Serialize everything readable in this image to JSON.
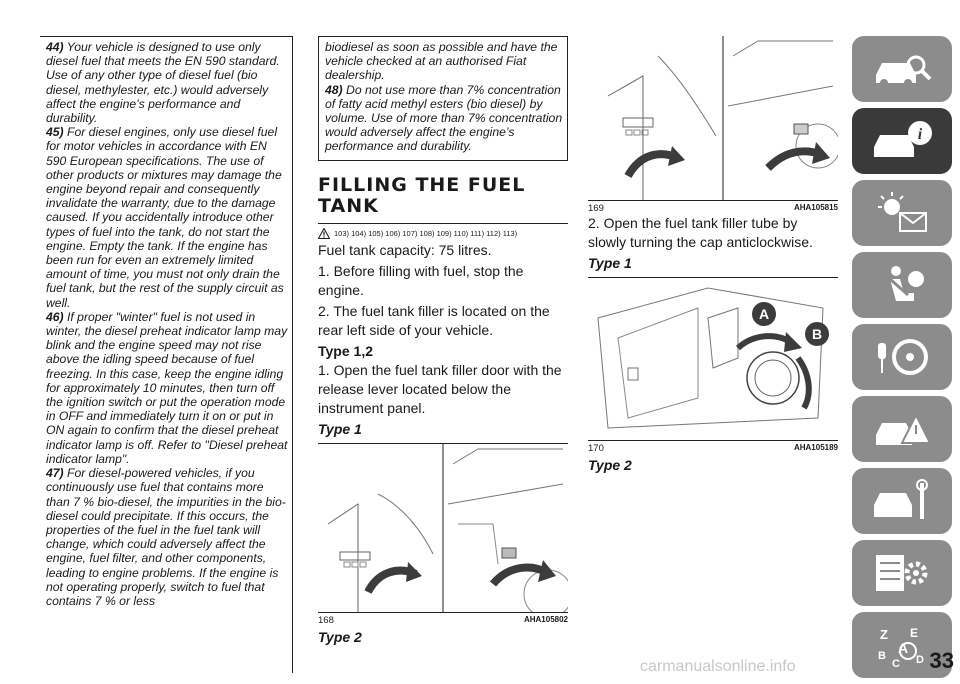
{
  "notes": [
    {
      "num": "44)",
      "text": "Your vehicle is designed to use only diesel fuel that meets the EN 590 standard. Use of any other type of diesel fuel (bio diesel, methylester, etc.) would adversely affect the engine’s performance and durability."
    },
    {
      "num": "45)",
      "text": "For diesel engines, only use diesel fuel for motor vehicles in accordance with EN 590 European specifications. The use of other products or mixtures may damage the engine beyond repair and consequently invalidate the warranty, due to the damage caused. If you accidentally introduce other types of fuel into the tank, do not start the engine. Empty the tank. If the engine has been run for even an extremely limited amount of time, you must not only drain the fuel tank, but the rest of the supply circuit as well."
    },
    {
      "num": "46)",
      "text": "If proper \"winter\" fuel is not used in winter, the diesel preheat indicator lamp may blink and the engine speed may not rise above the idling speed because of fuel freezing. In this case, keep the engine idling for approximately 10 minutes, then turn off the ignition switch or put the operation mode in OFF and immediately turn it on or put in ON again to confirm that the diesel preheat indicator lamp is off. Refer to \"Diesel preheat indicator lamp\"."
    },
    {
      "num": "47)",
      "text": "For diesel-powered vehicles, if you continuously use fuel that contains more than 7 % bio-diesel, the impurities in the bio-diesel could precipitate. If this occurs, the properties of the fuel in the fuel tank will change, which could adversely affect the engine, fuel filter, and other components, leading to engine problems. If the engine is not operating properly, switch to fuel that contains 7 % or less"
    }
  ],
  "mid": {
    "note_continued": "biodiesel as soon as possible and have the vehicle checked at an authorised Fiat dealership.",
    "note48_num": "48)",
    "note48_text": "Do not use more than 7% concentration of fatty acid methyl esters (bio diesel) by volume. Use of more than 7% concentration would adversely affect the engine’s performance and durability.",
    "heading": "FILLING THE FUEL TANK",
    "refs": "103) 104) 105) 106) 107) 108) 109) 110) 111) 112) 113)",
    "capacity": "Fuel tank capacity: 75 litres.",
    "step1": "1. Before filling with fuel, stop the engine.",
    "step2": "2. The fuel tank filler is located on the rear left side of your vehicle.",
    "type12": "Type 1,2",
    "step1b": "1. Open the fuel tank filler door with the release lever located below the instrument panel.",
    "type1": "Type 1",
    "fig168_num": "168",
    "fig168_code": "AHA105802",
    "type2": "Type 2"
  },
  "right": {
    "fig169_num": "169",
    "fig169_code": "AHA105815",
    "step2b": "2. Open the fuel tank filler tube by slowly turning the cap anticlockwise.",
    "type1": "Type 1",
    "labelA": "A",
    "labelB": "B",
    "fig170_num": "170",
    "fig170_code": "AHA105189",
    "type2": "Type 2"
  },
  "sidebar": {
    "tabs": [
      "car-search-icon",
      "car-info-icon",
      "warning-lights-icon",
      "airbag-seat-icon",
      "steering-key-icon",
      "breakdown-warning-icon",
      "car-service-icon",
      "specs-gear-icon",
      "index-az-icon"
    ],
    "active": 1
  },
  "page_number": "33",
  "watermark": "carmanualsonline.info",
  "colors": {
    "tab": "#8c8c8c",
    "tab_active": "#3a3a3a",
    "text": "#1a1a1a",
    "arrow": "#3c3c3c"
  }
}
